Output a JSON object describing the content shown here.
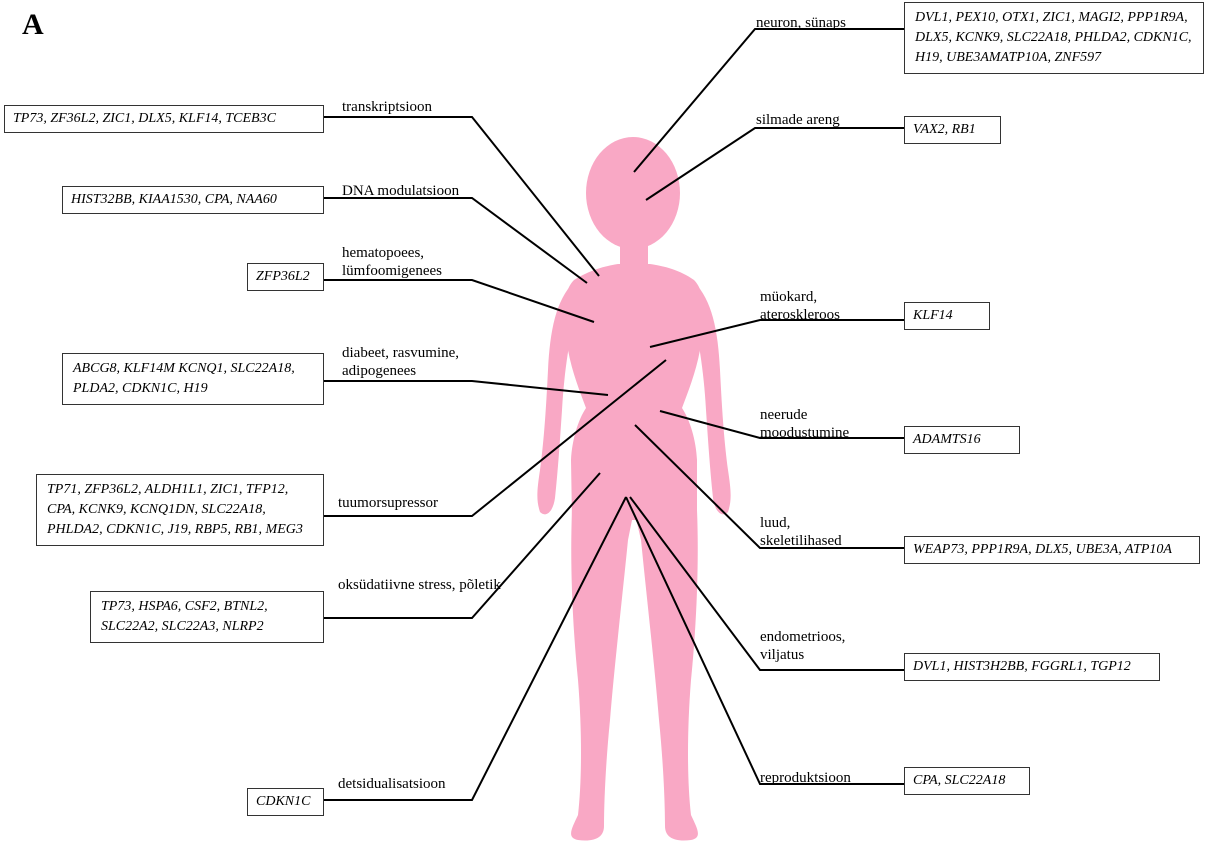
{
  "panel_label": "A",
  "colors": {
    "body": "#f9a8c5",
    "line": "#000000",
    "box_border": "#333333"
  },
  "categories": {
    "neuron": {
      "label": "neuron, sünaps",
      "genes": "DVL1, PEX10, OTX1, ZIC1, MAGI2, PPP1R9A, DLX5, KCNK9, SLC22A18, PHLDA2, CDKN1C, H19, UBE3AMATP10A, ZNF597"
    },
    "eyes": {
      "label": "silmade areng",
      "genes": "VAX2, RB1"
    },
    "transcr": {
      "label": "transkriptsioon",
      "genes": "TP73, ZF36L2, ZIC1, DLX5, KLF14, TCEB3C"
    },
    "dna": {
      "label": "DNA modulatsioon",
      "genes": "HIST32BB, KIAA1530, CPA, NAA60"
    },
    "hemato": {
      "label": "hematopoees, lümfoomigenees",
      "genes": "ZFP36L2"
    },
    "myocard": {
      "label": "müokard, ateroskleroos",
      "genes": "KLF14"
    },
    "diabetes": {
      "label": "diabeet, rasvumine, adipogenees",
      "genes": "ABCG8, KLF14M KCNQ1, SLC22A18, PLDA2, CDKN1C, H19"
    },
    "kidney": {
      "label": "neerude moodustumine",
      "genes": "ADAMTS16"
    },
    "tumor": {
      "label": "tuumorsupressor",
      "genes": "TP71, ZFP36L2, ALDH1L1, ZIC1, TFP12, CPA, KCNK9, KCNQ1DN, SLC22A18, PHLDA2, CDKN1C, J19, RBP5, RB1, MEG3"
    },
    "bones": {
      "label": "luud, skeletilihased",
      "genes": "WEAP73, PPP1R9A, DLX5, UBE3A, ATP10A"
    },
    "oxid": {
      "label": "oksüdatiivne stress, põletik",
      "genes": "TP73, HSPA6, CSF2, BTNL2, SLC22A2, SLC22A3, NLRP2"
    },
    "endo": {
      "label": "endometrioos, viljatus",
      "genes": "DVL1, HIST3H2BB, FGGRL1, TGP12"
    },
    "decid": {
      "label": "detsidualisatsioon",
      "genes": "CDKN1C"
    },
    "repro": {
      "label": "reproduktsioon",
      "genes": "CPA, SLC22A18"
    }
  }
}
